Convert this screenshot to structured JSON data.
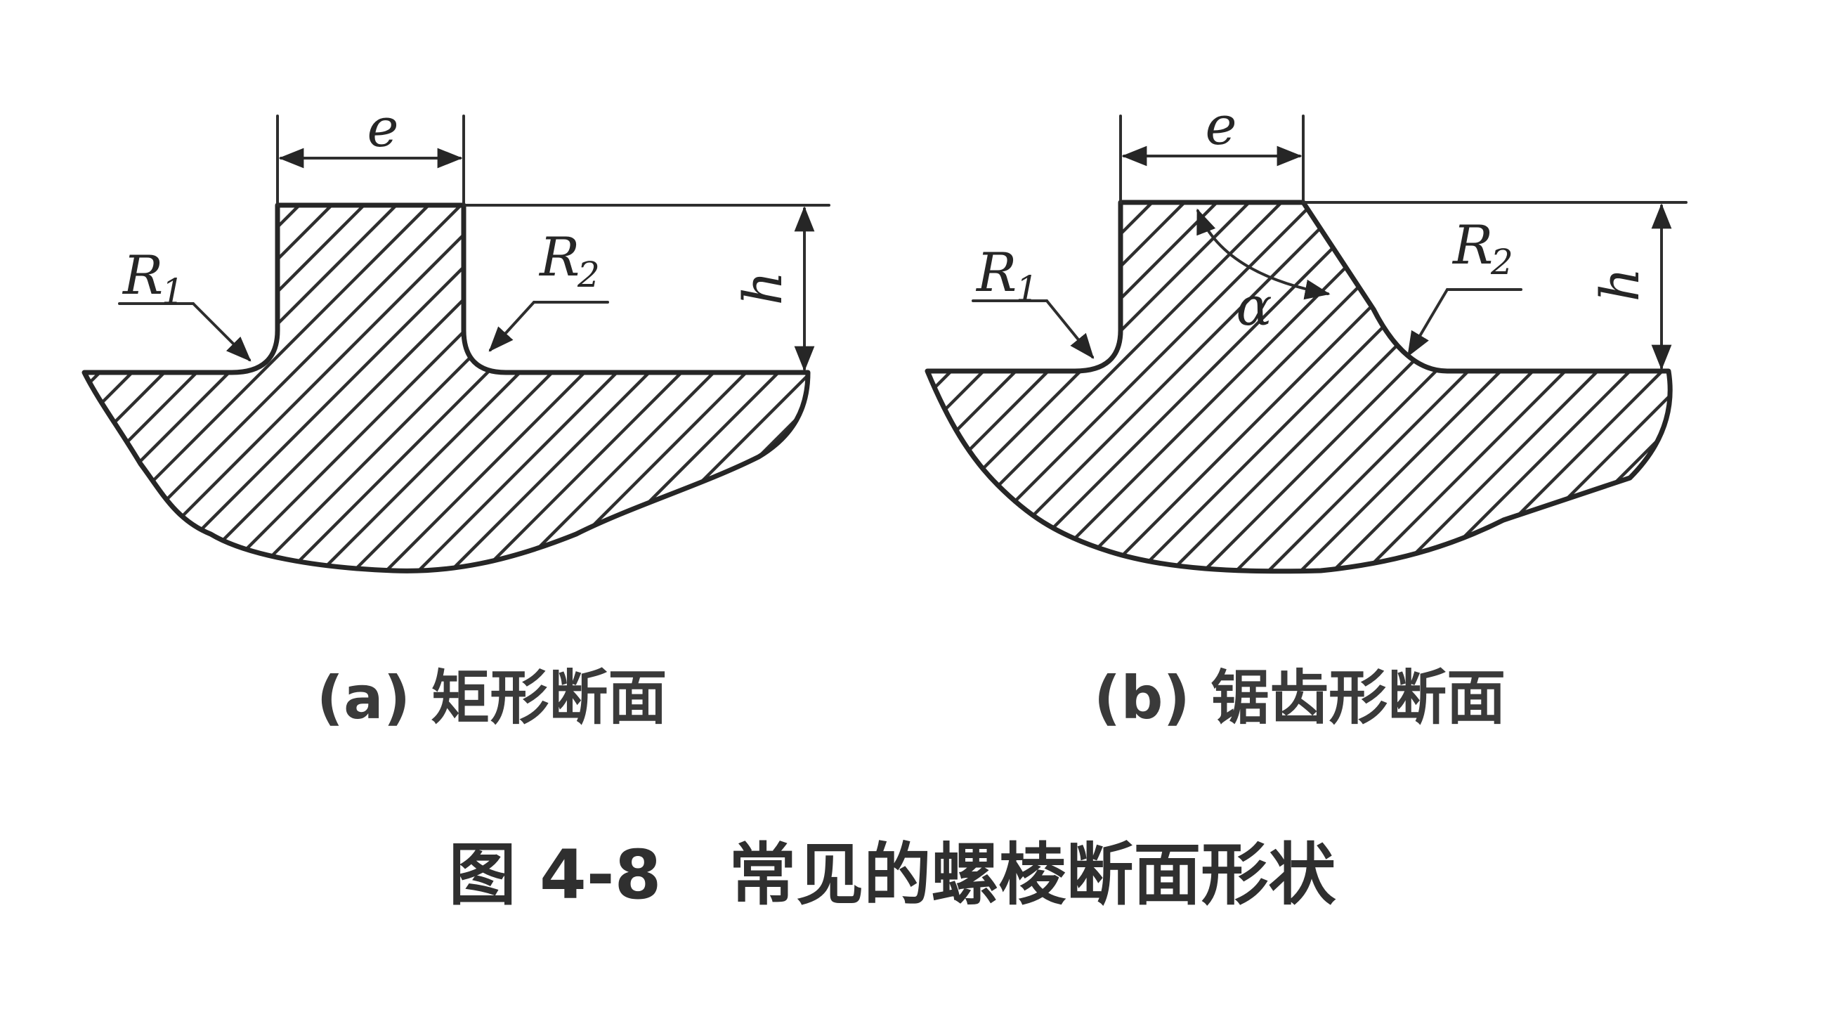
{
  "panel_a": {
    "label_e": "e",
    "label_h": "h",
    "label_r1": "R",
    "label_r1_sub": "1",
    "label_r2": "R",
    "label_r2_sub": "2",
    "caption": "(a) 矩形断面"
  },
  "panel_b": {
    "label_e": "e",
    "label_h": "h",
    "label_r1": "R",
    "label_r1_sub": "1",
    "label_r2": "R",
    "label_r2_sub": "2",
    "label_alpha": "α",
    "caption": "(b) 锯齿形断面"
  },
  "figure_caption": "图 4-8　常见的螺棱断面形状"
}
